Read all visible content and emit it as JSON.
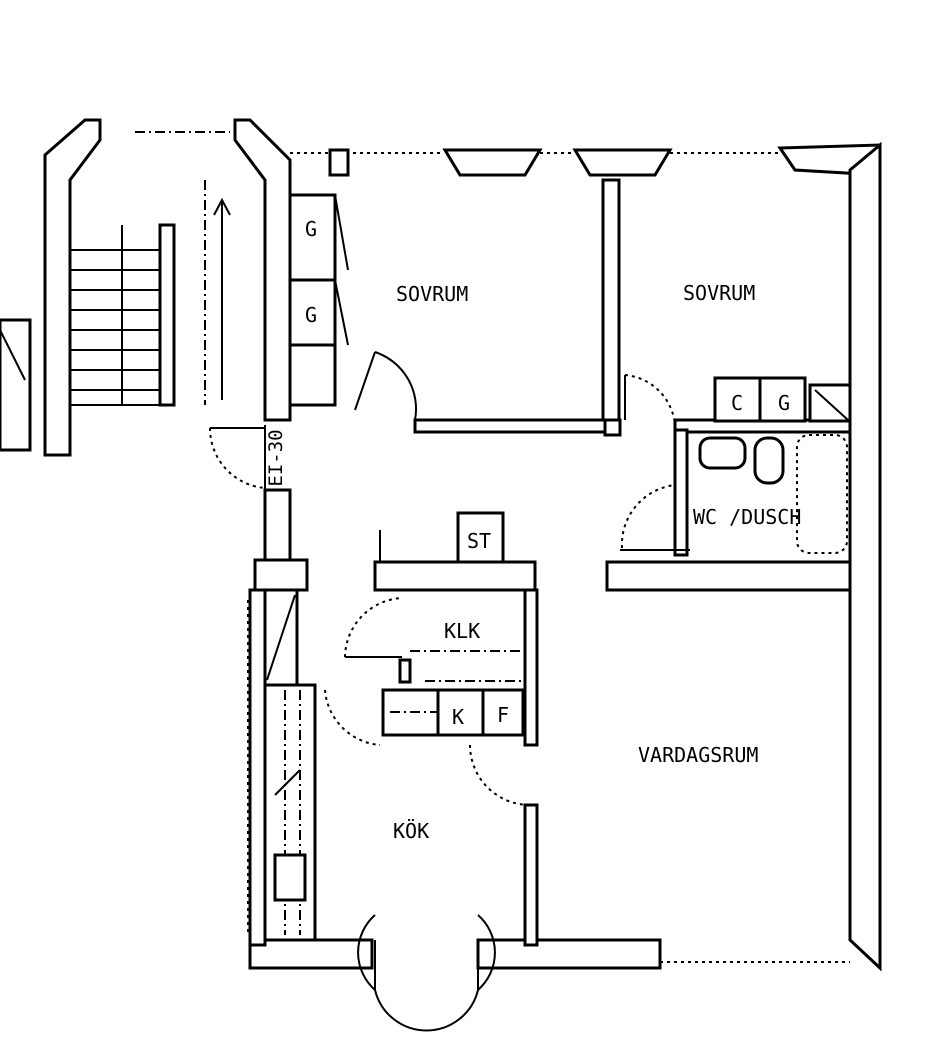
{
  "plan": {
    "rooms": {
      "bedroom_1": "SOVRUM",
      "bedroom_2": "SOVRUM",
      "living_room": "VARDAGSRUM",
      "kitchen": "KÖK",
      "walk_in_closet": "KLK",
      "bathroom": "WC /DUSCH"
    },
    "fixtures": {
      "closet_1": "G",
      "closet_2": "G",
      "storage": "ST",
      "fridge": "K",
      "freezer": "F",
      "bath_cabinet_1": "C",
      "bath_cabinet_2": "G"
    },
    "door_rating": "EI-30"
  }
}
